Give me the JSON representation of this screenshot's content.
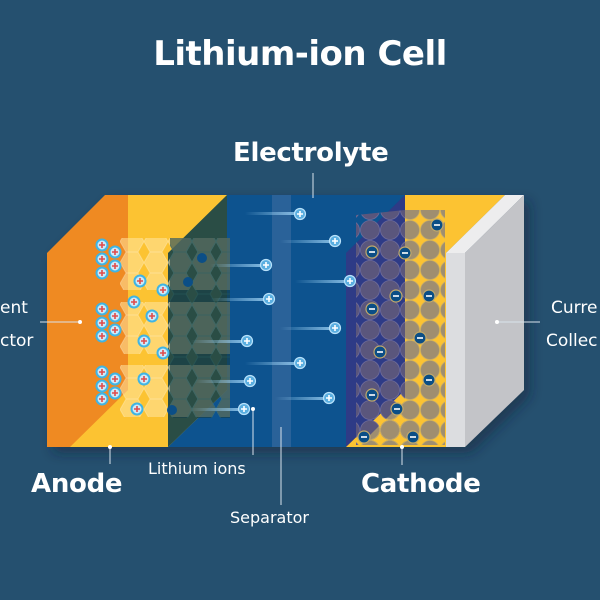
{
  "title": "Lithium-ion Cell",
  "labels": {
    "electrolyte": "Electrolyte",
    "anode": "Anode",
    "cathode": "Cathode",
    "lithium_ions": "Lithium ions",
    "separator": "Separator",
    "current_collector_left_line1": "ent",
    "current_collector_left_line2": "ctor",
    "current_collector_right_line1": "Curre",
    "current_collector_right_line2": "Collec"
  },
  "colors": {
    "background": "#25506f",
    "anode_collector": "#ef8a22",
    "anode": "#fcc332",
    "anode_dark_face": "#294e44",
    "electrolyte": "#0a528f",
    "separator": "#2a6299",
    "cathode_dark": "#2e3a86",
    "cathode": "#fcc332",
    "cathode_particle": "#9f8e6f",
    "cathode_collector_front": "#c8c9cd",
    "cathode_collector_top": "#ededee",
    "ion": "#5aaee0",
    "ion_plus": "#e04b4b",
    "electron": "#0b4e86"
  },
  "icons": {
    "lithium_ion": "plus-circle",
    "electron": "minus-circle"
  }
}
